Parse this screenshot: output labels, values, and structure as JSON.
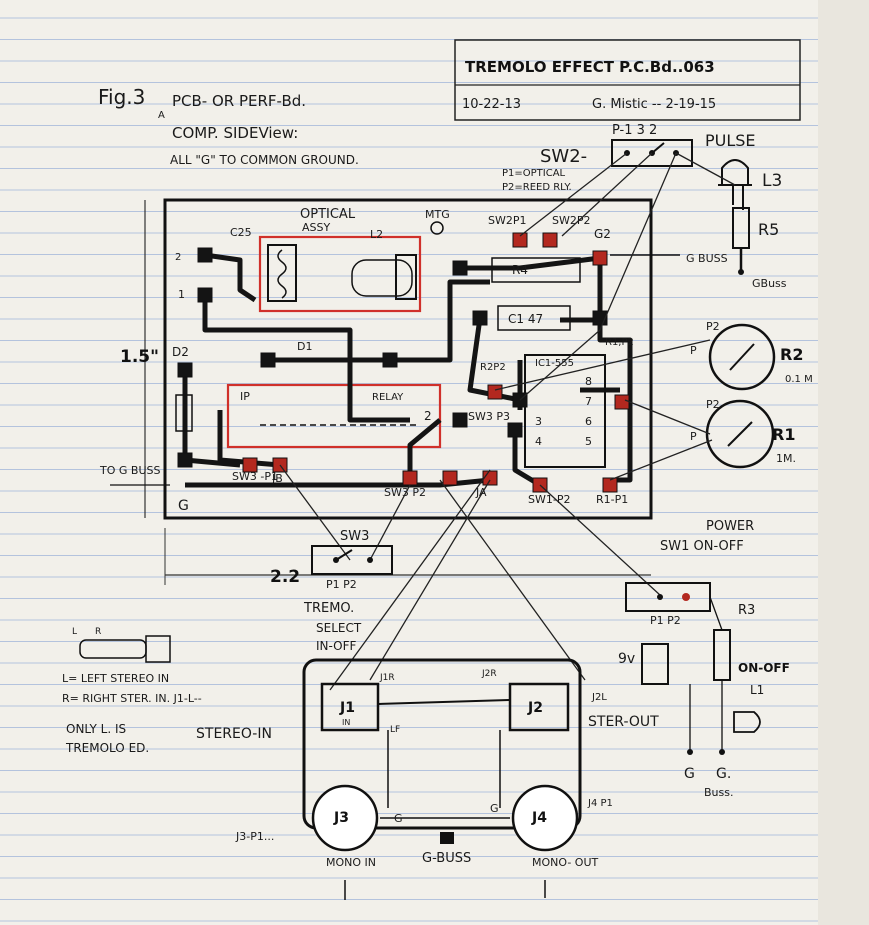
{
  "title_block": {
    "title": "TREMOLO EFFECT P.C.Bd..063",
    "date": "10-22-13",
    "author": "G. Mistic -- 2-19-15"
  },
  "figure": {
    "label": "Fig.3",
    "sub": "A",
    "line1": "PCB- OR PERF-Bd.",
    "line2": "COMP. SIDEView:",
    "line3": "ALL \"G\" TO COMMON GROUND."
  },
  "sw2": {
    "label": "SW2-",
    "pins": "P-1  3  2",
    "pulse": "PULSE",
    "p1_note": "P1=OPTICAL",
    "p2_note": "P2=REED RLY."
  },
  "led_l3": {
    "label": "L3",
    "resistor": "R5",
    "gbuss": "GBuss"
  },
  "board": {
    "width_dim": "2.2",
    "height_dim": "1.5\"",
    "optical": "OPTICAL",
    "assy": "ASSY",
    "c25": "C25",
    "mtg": "MTG",
    "l2": "L2",
    "sw2p1": "SW2P1",
    "sw2p2": "SW2P2",
    "g2": "G2",
    "gbuss": "G BUSS",
    "r4": "R4",
    "c1": "C1 47",
    "d2": "D2",
    "d1": "D1",
    "r2p2": "R2P2",
    "r1p2": "R1,P2",
    "ic": "IC1-555",
    "relay": "RELAY",
    "sw3p3": "SW3 P3",
    "sw3p1": "SW3 -P1",
    "jb": "JB",
    "sw3p2": "SW3 P2",
    "ja": "JA",
    "sw1p2": "SW1-P2",
    "r1p1": "R1-P1",
    "to_g": "TO G BUSS",
    "g": "G",
    "pin1": "1",
    "pin2": "2",
    "ic_pins": [
      "8",
      "7",
      "6",
      "3",
      "4",
      "5"
    ],
    "ip": "IP",
    "relay2": "2"
  },
  "pots": {
    "r2": "R2",
    "r2val": "0.1 M",
    "r1": "R1",
    "r1val": "1M.",
    "p2a": "P2",
    "p2b": "P2",
    "pa": "P",
    "pb": "P"
  },
  "sw3": {
    "label": "SW3",
    "pins": "P1  P2",
    "caption1": "TREMO.",
    "caption2": "SELECT",
    "caption3": "IN-OFF"
  },
  "power": {
    "label1": "POWER",
    "label2": "SW1 ON-OFF",
    "pins": "P1  P2",
    "r3": "R3",
    "battery": "9v",
    "onoff": "ON-OFF",
    "l1": "L1",
    "g1": "G",
    "g2": "G.",
    "buss": "Buss."
  },
  "jack_note": {
    "l": "L",
    "r": "R",
    "line1": "L= LEFT STEREO IN",
    "line2": "R= RIGHT STER. IN. J1-L--",
    "line3": "ONLY L. IS",
    "line4": "TREMOLO ED.",
    "stereo_in": "STEREO-IN"
  },
  "jacks": {
    "j1": "J1",
    "j1in": "IN",
    "j2": "J2",
    "j1r": "J1R",
    "j2r": "J2R",
    "j2l": "J2L",
    "ster_out": "STER-OUT",
    "j3": "J3",
    "j4": "J4",
    "j3p1": "J3-P1...",
    "j4p1": "J4 P1",
    "mono_in": "MONO IN",
    "mono_out": "MONO- OUT",
    "gbuss": "G-BUSS",
    "g": "G",
    "g2": "G",
    "lf": "LF"
  },
  "colors": {
    "paper": "#f2f0ea",
    "rule_blue": "#9fb4d8",
    "margin": "#d9d6cc",
    "ink": "#161616",
    "red_outline": "#d0302a",
    "red_pad": "#b3281f"
  }
}
